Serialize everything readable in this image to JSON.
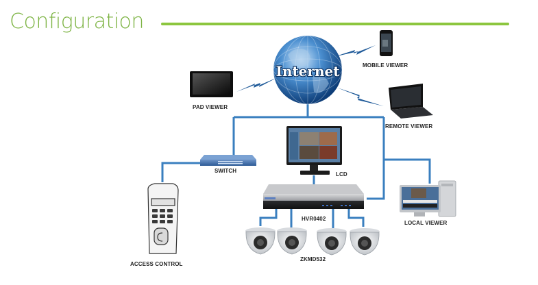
{
  "header": {
    "title": "Configuration"
  },
  "diagram": {
    "hub": {
      "label": "Internet",
      "icon": "globe-icon"
    },
    "nodes": {
      "mobile_viewer": {
        "label": "MOBILE VIEWER",
        "icon": "smartphone-icon"
      },
      "pad_viewer": {
        "label": "PAD VIEWER",
        "icon": "tablet-icon"
      },
      "remote_viewer": {
        "label": "REMOTE VIEWER",
        "icon": "laptop-icon"
      },
      "switch": {
        "label": "SWITCH",
        "icon": "network-switch-icon"
      },
      "lcd": {
        "label": "LCD",
        "icon": "monitor-icon"
      },
      "hvr": {
        "label": "HVR0402",
        "icon": "dvr-recorder-icon"
      },
      "cameras": {
        "label": "ZKMD532",
        "count": 4,
        "icon": "dome-camera-icon"
      },
      "access_control": {
        "label": "ACCESS CONTROL",
        "icon": "access-terminal-icon"
      },
      "local_viewer": {
        "label": "LOCAL VIEWER",
        "icon": "desktop-workstation-icon"
      }
    },
    "colors": {
      "title": "#7cb342",
      "rule": "#8cc63f",
      "wire": "#3a7fbf",
      "wireless": "#1f5a99"
    }
  }
}
